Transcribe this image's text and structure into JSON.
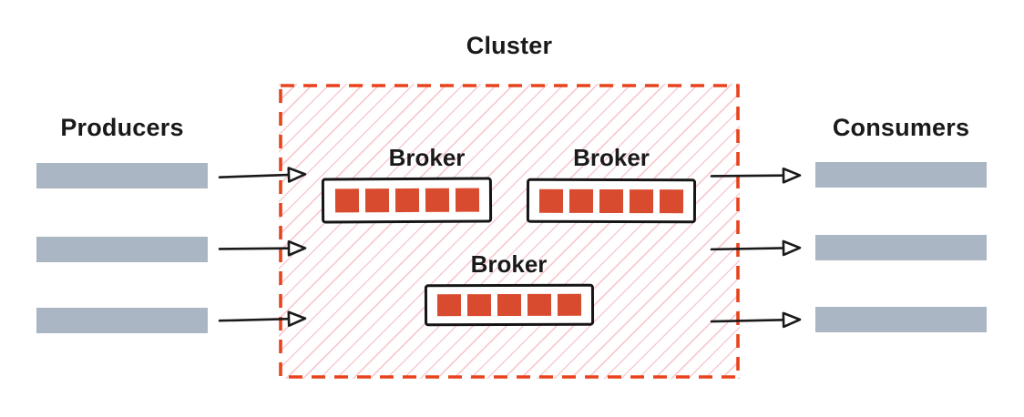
{
  "diagram": {
    "producers": {
      "label": "Producers",
      "count": 3
    },
    "consumers": {
      "label": "Consumers",
      "count": 3
    },
    "cluster": {
      "label": "Cluster",
      "brokers": [
        {
          "label": "Broker",
          "partition_count": 5
        },
        {
          "label": "Broker",
          "partition_count": 5
        },
        {
          "label": "Broker",
          "partition_count": 5
        }
      ]
    },
    "arrows": {
      "producer_to_cluster": 3,
      "cluster_to_consumer": 3
    }
  },
  "colors": {
    "cluster_border": "#e8431c",
    "hatch": "#f8cbd1",
    "partition": "#d94b2e",
    "bar": "#aab6c3",
    "broker_border": "#151515",
    "text": "#1a1a1a",
    "background": "#ffffff"
  }
}
